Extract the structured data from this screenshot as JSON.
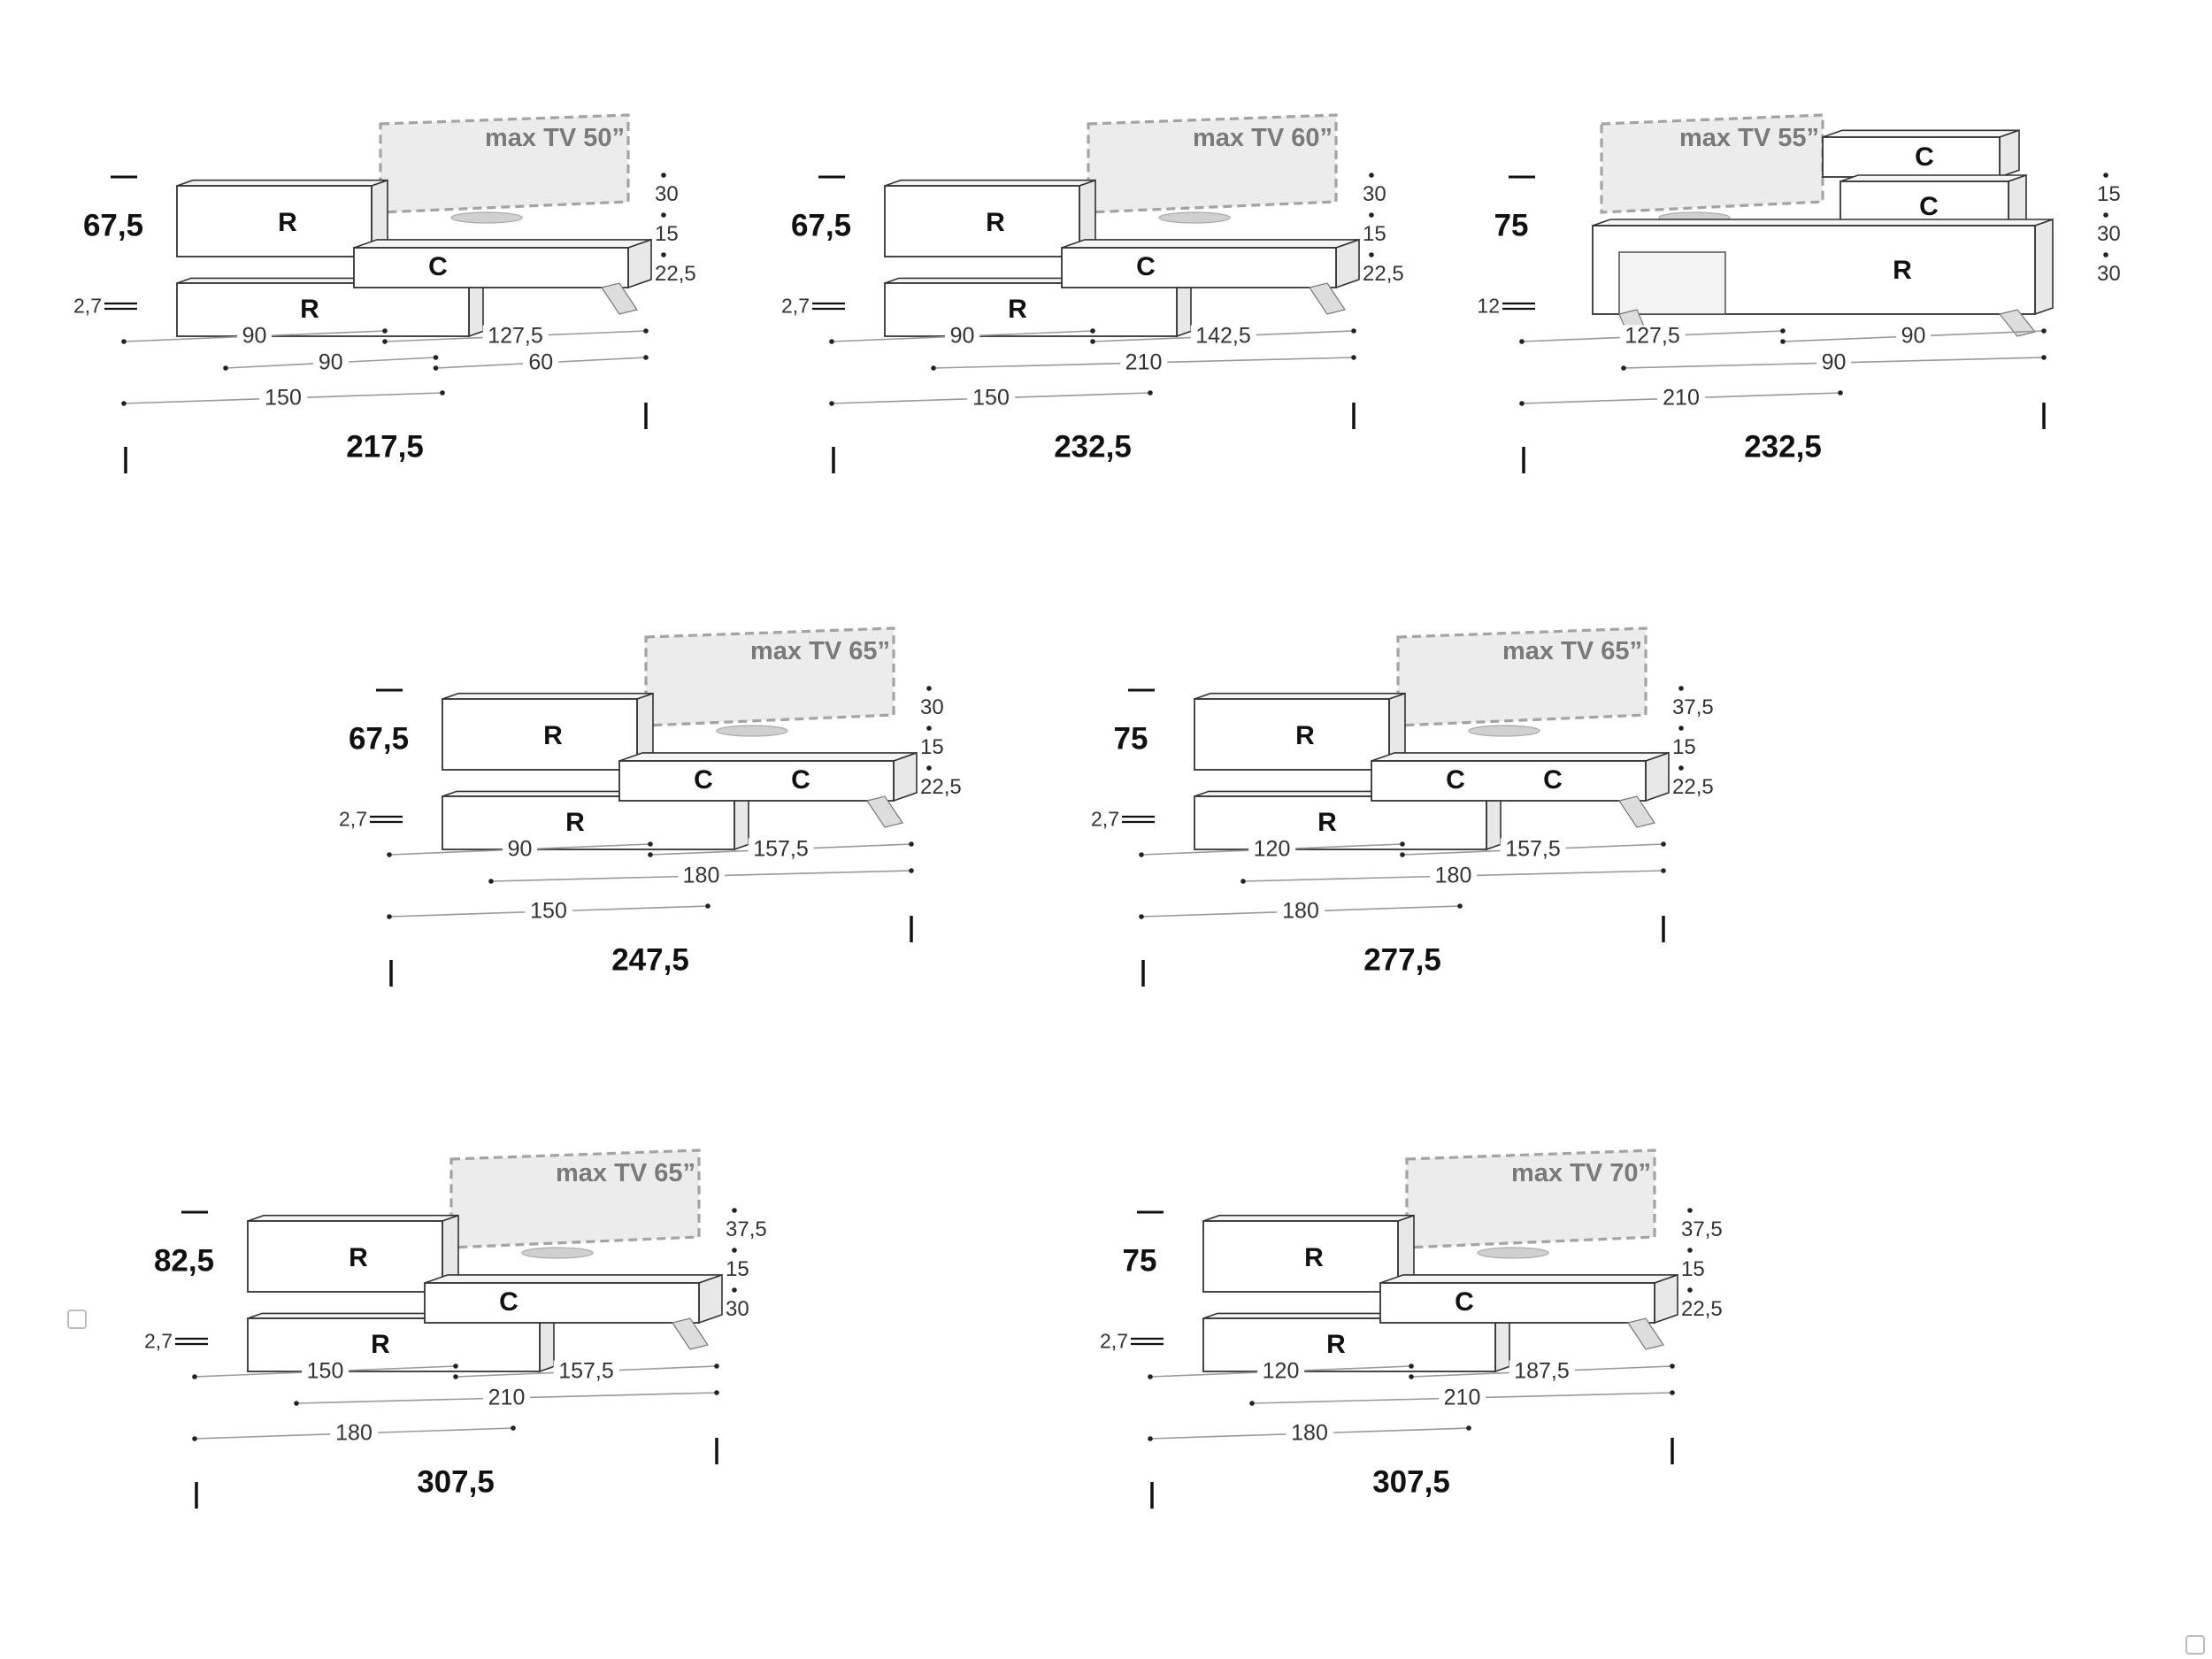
{
  "configurations": [
    {
      "id": "c1",
      "tv_label": "max TV 50”",
      "height": "67,5",
      "thickness": "2,7",
      "vertical_dims": [
        "30",
        "15",
        "22,5"
      ],
      "row1": [
        "90",
        "127,5"
      ],
      "row2": [
        "90",
        "60"
      ],
      "row3": [
        "150"
      ],
      "total": "217,5",
      "units": {
        "upper": [
          "R"
        ],
        "lower": [
          "R"
        ],
        "mid": [
          "C"
        ]
      }
    },
    {
      "id": "c2",
      "tv_label": "max TV 60”",
      "height": "67,5",
      "thickness": "2,7",
      "vertical_dims": [
        "30",
        "15",
        "22,5"
      ],
      "row1": [
        "90",
        "142,5"
      ],
      "row2": [
        "210"
      ],
      "row3": [
        "150"
      ],
      "total": "232,5",
      "units": {
        "upper": [
          "R"
        ],
        "lower": [
          "R"
        ],
        "mid": [
          "C"
        ]
      }
    },
    {
      "id": "c3",
      "tv_label": "max TV 55”",
      "height": "75",
      "thickness": "12",
      "vertical_dims": [
        "15",
        "30",
        "30"
      ],
      "row1": [
        "127,5",
        "90"
      ],
      "row2": [
        "90"
      ],
      "row3": [
        "210"
      ],
      "total": "232,5",
      "units": {
        "upper": [
          "C",
          "C"
        ],
        "lower": [
          "R"
        ],
        "mid": []
      }
    },
    {
      "id": "c4",
      "tv_label": "max TV 65”",
      "height": "67,5",
      "thickness": "2,7",
      "vertical_dims": [
        "30",
        "15",
        "22,5"
      ],
      "row1": [
        "90",
        "157,5"
      ],
      "row2": [
        "180"
      ],
      "row3": [
        "150"
      ],
      "total": "247,5",
      "units": {
        "upper": [
          "R"
        ],
        "lower": [
          "R"
        ],
        "mid": [
          "C",
          "C"
        ]
      }
    },
    {
      "id": "c5",
      "tv_label": "max TV 65”",
      "height": "75",
      "thickness": "2,7",
      "vertical_dims": [
        "37,5",
        "15",
        "22,5"
      ],
      "row1": [
        "120",
        "157,5"
      ],
      "row2": [
        "180"
      ],
      "row3": [
        "180"
      ],
      "total": "277,5",
      "units": {
        "upper": [
          "R"
        ],
        "lower": [
          "R"
        ],
        "mid": [
          "C",
          "C"
        ]
      }
    },
    {
      "id": "c6",
      "tv_label": "max TV 65”",
      "height": "82,5",
      "thickness": "2,7",
      "vertical_dims": [
        "37,5",
        "15",
        "30"
      ],
      "row1": [
        "150",
        "157,5"
      ],
      "row2": [
        "210"
      ],
      "row3": [
        "180"
      ],
      "total": "307,5",
      "units": {
        "upper": [
          "R"
        ],
        "lower": [
          "R"
        ],
        "mid": [
          "C"
        ]
      }
    },
    {
      "id": "c7",
      "tv_label": "max TV 70”",
      "height": "75",
      "thickness": "2,7",
      "vertical_dims": [
        "37,5",
        "15",
        "22,5"
      ],
      "row1": [
        "120",
        "187,5"
      ],
      "row2": [
        "210"
      ],
      "row3": [
        "180"
      ],
      "total": "307,5",
      "units": {
        "upper": [
          "R"
        ],
        "lower": [
          "R"
        ],
        "mid": [
          "C"
        ]
      }
    }
  ]
}
